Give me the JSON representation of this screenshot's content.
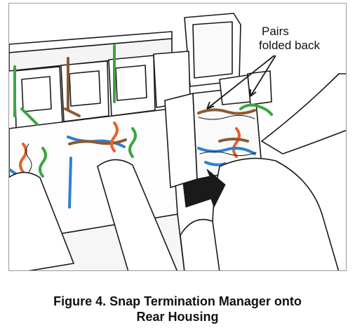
{
  "callout": {
    "line1": "Pairs",
    "line2": "folded back"
  },
  "caption": {
    "line1": "Figure 4.  Snap Termination Manager onto",
    "line2": "Rear Housing"
  },
  "colors": {
    "green_pair": "#3aa540",
    "orange_pair": "#e8612b",
    "blue_pair": "#2f7fd0",
    "brown_pair": "#8a5a32",
    "outline": "#1a1a1a",
    "frame": "#9a9a9a"
  }
}
